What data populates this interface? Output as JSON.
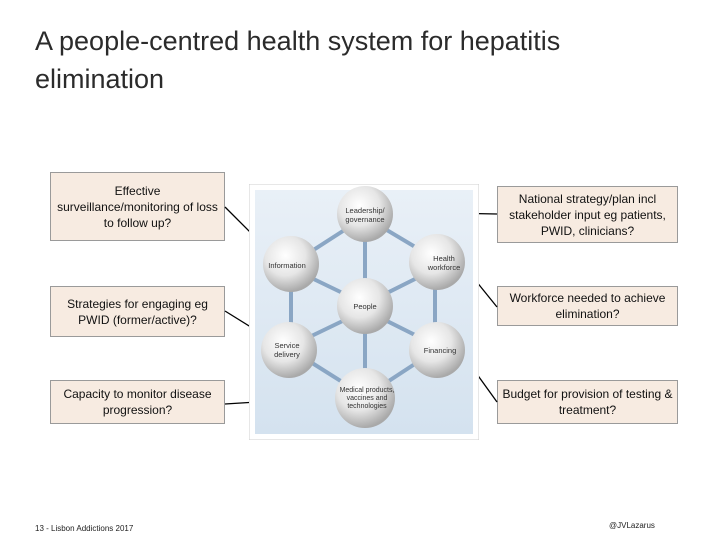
{
  "title": "A people-centred health system for hepatitis elimination",
  "boxes": {
    "surveillance": "Effective surveillance/monitoring of loss to follow up?",
    "engaging": "Strategies for engaging eg PWID (former/active)?",
    "capacity": "Capacity to monitor disease progression?",
    "strategy": "National strategy/plan incl stakeholder input eg patients, PWID, clinicians?",
    "workforce": "Workforce needed to achieve elimination?",
    "budget": "Budget for provision of testing & treatment?"
  },
  "diagram": {
    "leadership": [
      "Leadership/",
      "governance"
    ],
    "information": [
      "Information"
    ],
    "health_workforce": [
      "Health",
      "workforce"
    ],
    "people": [
      "People"
    ],
    "service_delivery": [
      "Service",
      "delivery"
    ],
    "financing": [
      "Financing"
    ],
    "medical": [
      "Medical products,",
      "vaccines and",
      "technologies"
    ]
  },
  "footer": {
    "left": "13 - Lisbon Addictions 2017",
    "right": "@JVLazarus"
  },
  "colors": {
    "box_fill": "#f7ebe1",
    "diagram_bg": "#e3edf6",
    "sphere": "#d9d9d9"
  }
}
